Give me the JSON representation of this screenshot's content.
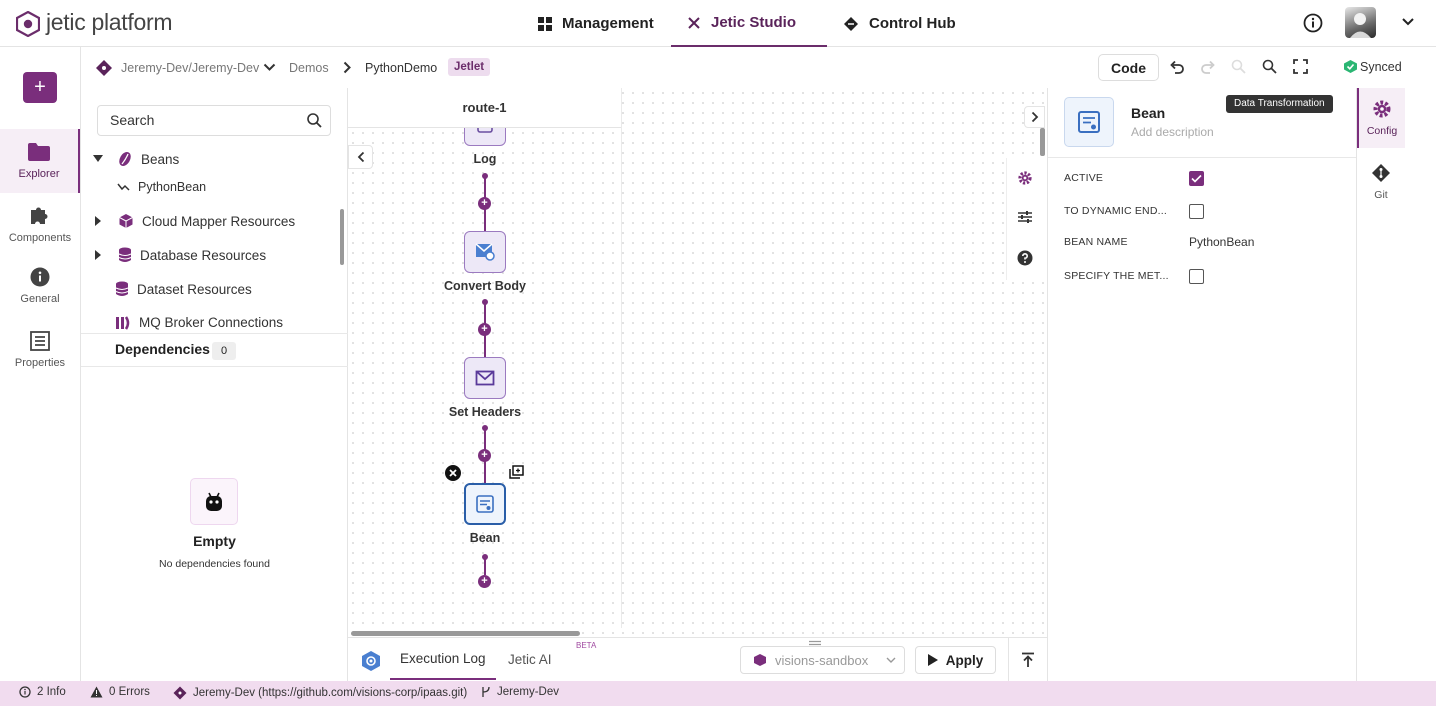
{
  "topbar": {
    "logo": "jetic platform",
    "tabs": [
      {
        "label": "Management"
      },
      {
        "label": "Jetic Studio"
      },
      {
        "label": "Control Hub"
      }
    ]
  },
  "breadcrumb": {
    "repo": "Jeremy-Dev/Jeremy-Dev",
    "folder": "Demos",
    "project": "PythonDemo",
    "badge": "Jetlet"
  },
  "toolbar": {
    "code_label": "Code",
    "sync_status": "Synced"
  },
  "rail": {
    "items": [
      {
        "label": "Explorer"
      },
      {
        "label": "Components"
      },
      {
        "label": "General"
      },
      {
        "label": "Properties"
      }
    ]
  },
  "explorer": {
    "search_placeholder": "Search",
    "tree": [
      {
        "label": "Beans"
      },
      {
        "label": "PythonBean"
      },
      {
        "label": "Cloud Mapper Resources"
      },
      {
        "label": "Database Resources"
      },
      {
        "label": "Dataset Resources"
      },
      {
        "label": "MQ Broker Connections"
      }
    ],
    "dependencies_label": "Dependencies",
    "dependencies_count": "0",
    "empty_title": "Empty",
    "empty_subtitle": "No dependencies found"
  },
  "canvas": {
    "route_name": "route-1",
    "nodes": [
      {
        "label": "Log"
      },
      {
        "label": "Convert Body"
      },
      {
        "label": "Set Headers"
      },
      {
        "label": "Bean"
      }
    ]
  },
  "bottombar": {
    "tabs": [
      {
        "label": "Execution Log"
      },
      {
        "label": "Jetic AI"
      }
    ],
    "beta": "BETA",
    "environment": "visions-sandbox",
    "apply_label": "Apply"
  },
  "panel": {
    "title": "Bean",
    "description_placeholder": "Add description",
    "tooltip": "Data Transformation",
    "props": [
      {
        "label": "ACTIVE",
        "checked": true
      },
      {
        "label": "TO DYNAMIC END...",
        "checked": false
      },
      {
        "label": "BEAN NAME",
        "value": "PythonBean"
      },
      {
        "label": "SPECIFY THE MET...",
        "checked": false
      }
    ]
  },
  "right_rail": {
    "items": [
      {
        "label": "Config"
      },
      {
        "label": "Git"
      }
    ]
  },
  "statusbar": {
    "info": "2 Info",
    "errors": "0 Errors",
    "repo": "Jeremy-Dev (https://github.com/visions-corp/ipaas.git)",
    "branch": "Jeremy-Dev"
  },
  "colors": {
    "brand": "#7a2e7c",
    "status_bar": "#f1dcef",
    "synced": "#2bb673"
  }
}
